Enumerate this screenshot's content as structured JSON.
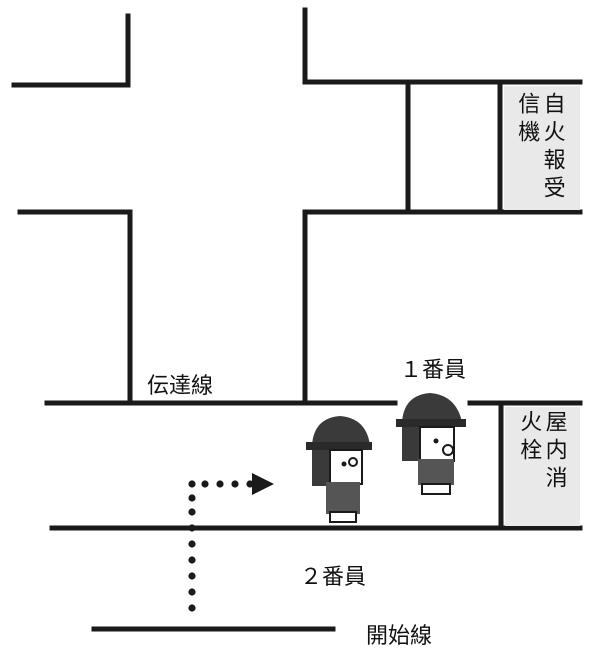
{
  "labels": {
    "relay_line": "伝達線",
    "start_line": "開始線",
    "member1": "１番員",
    "member2": "２番員"
  },
  "boxes": {
    "fire_alarm_receiver": "自火報受信機",
    "indoor_hydrant": "屋内消火栓"
  },
  "colors": {
    "wall": "#1a1a1a",
    "box_fill": "#e9e9e9",
    "helmet": "#3a3a3a",
    "body": "#555555"
  }
}
